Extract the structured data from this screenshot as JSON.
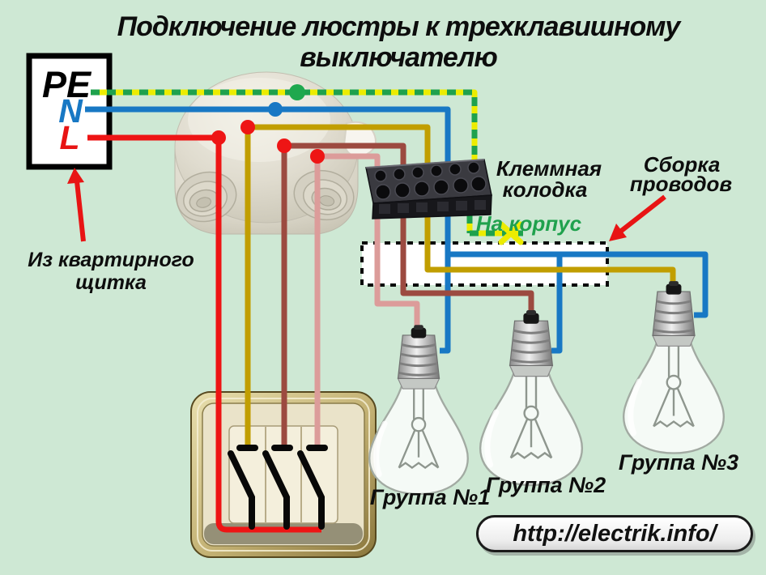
{
  "title": {
    "line1": "Подключение люстры к трехклавишному",
    "line2": "выключателю"
  },
  "source_panel": {
    "pe": "PE",
    "n": "N",
    "l": "L",
    "caption_line1": "Из квартирного",
    "caption_line2": "щитка"
  },
  "annotations": {
    "terminal_line1": "Клеммная",
    "terminal_line2": "колодка",
    "to_body": "На корпус",
    "bundle_line1": "Сборка",
    "bundle_line2": "проводов"
  },
  "groups": {
    "g1": "Группа №1",
    "g2": "Группа №2",
    "g3": "Группа №3"
  },
  "watermark": {
    "url": "http://electrik.info/"
  },
  "colors": {
    "background": "#cee8d4",
    "pe_yellow": "#ecec00",
    "pe_green": "#1fa14d",
    "neutral_blue": "#1878c4",
    "phase_red": "#ee1414",
    "wire_olive": "#c19e00",
    "wire_brown": "#9c4a40",
    "wire_pink": "#dc9c9a",
    "dot_green": "#1fa84e",
    "dot_blue": "#1878c4",
    "dot_red": "#ee1515",
    "label_green": "#1fa14d"
  }
}
